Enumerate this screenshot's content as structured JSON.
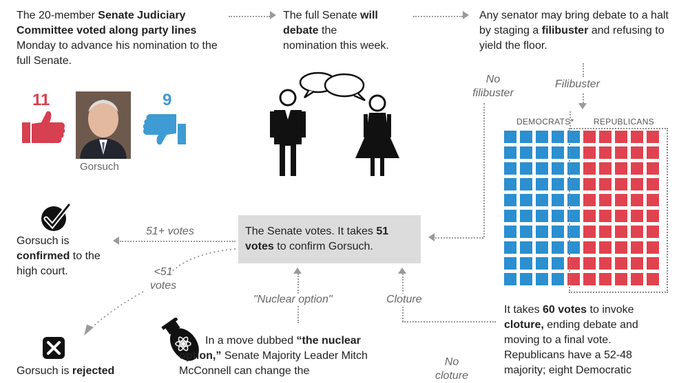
{
  "step1": {
    "t1": "The 20-member ",
    "b1": "Senate Judiciary Committee voted along party lines",
    "t2": " Monday to advance his nomination to the full Senate."
  },
  "step2": {
    "t1": "The full Senate ",
    "b1": "will debate",
    "t2": " the nomination this week."
  },
  "step3": {
    "t1": "Any senator may bring debate to a halt by staging a ",
    "b1": "filibuster",
    "t2": " and refusing to yield the floor."
  },
  "committee": {
    "yes_count": "11",
    "no_count": "9",
    "nominee_name": "Gorsuch",
    "yes_color": "#d64050",
    "no_color": "#3f9bd3"
  },
  "labels": {
    "no_filibuster": "No filibuster",
    "filibuster": "Filibuster",
    "votes_51plus": "51+ votes",
    "votes_lt51": "<51 votes",
    "nuclear_option": "\"Nuclear option\"",
    "cloture": "Cloture",
    "no_cloture": "No cloture"
  },
  "vote_box": {
    "t1": "The Senate votes. It takes ",
    "b1": "51 votes",
    "t2": " to confirm Gorsuch."
  },
  "confirmed": {
    "t1": "Gorsuch is ",
    "b1": "confirmed",
    "t2": " to the high court."
  },
  "rejected": {
    "t1": "Gorsuch is ",
    "b1": "rejected"
  },
  "nuclear": {
    "t1": "In a move dubbed ",
    "b1": "“the nuclear option,”",
    "t2": " Senate Majority Leader Mitch McConnell can change the"
  },
  "cloture_text": {
    "t1": "It takes ",
    "b1": "60 votes",
    "t2": " to invoke ",
    "b2": "cloture,",
    "t3": " ending debate and moving to a final vote. Republicans have a 52-48 majority; eight Democratic"
  },
  "senate_grid": {
    "democrats_label": "DEMOCRATS*",
    "republicans_label": "REPUBLICANS",
    "democrats": 48,
    "republicans": 52,
    "dem_color": "#2b8fd0",
    "rep_color": "#e0434f",
    "columns": 10,
    "rows": 10
  }
}
